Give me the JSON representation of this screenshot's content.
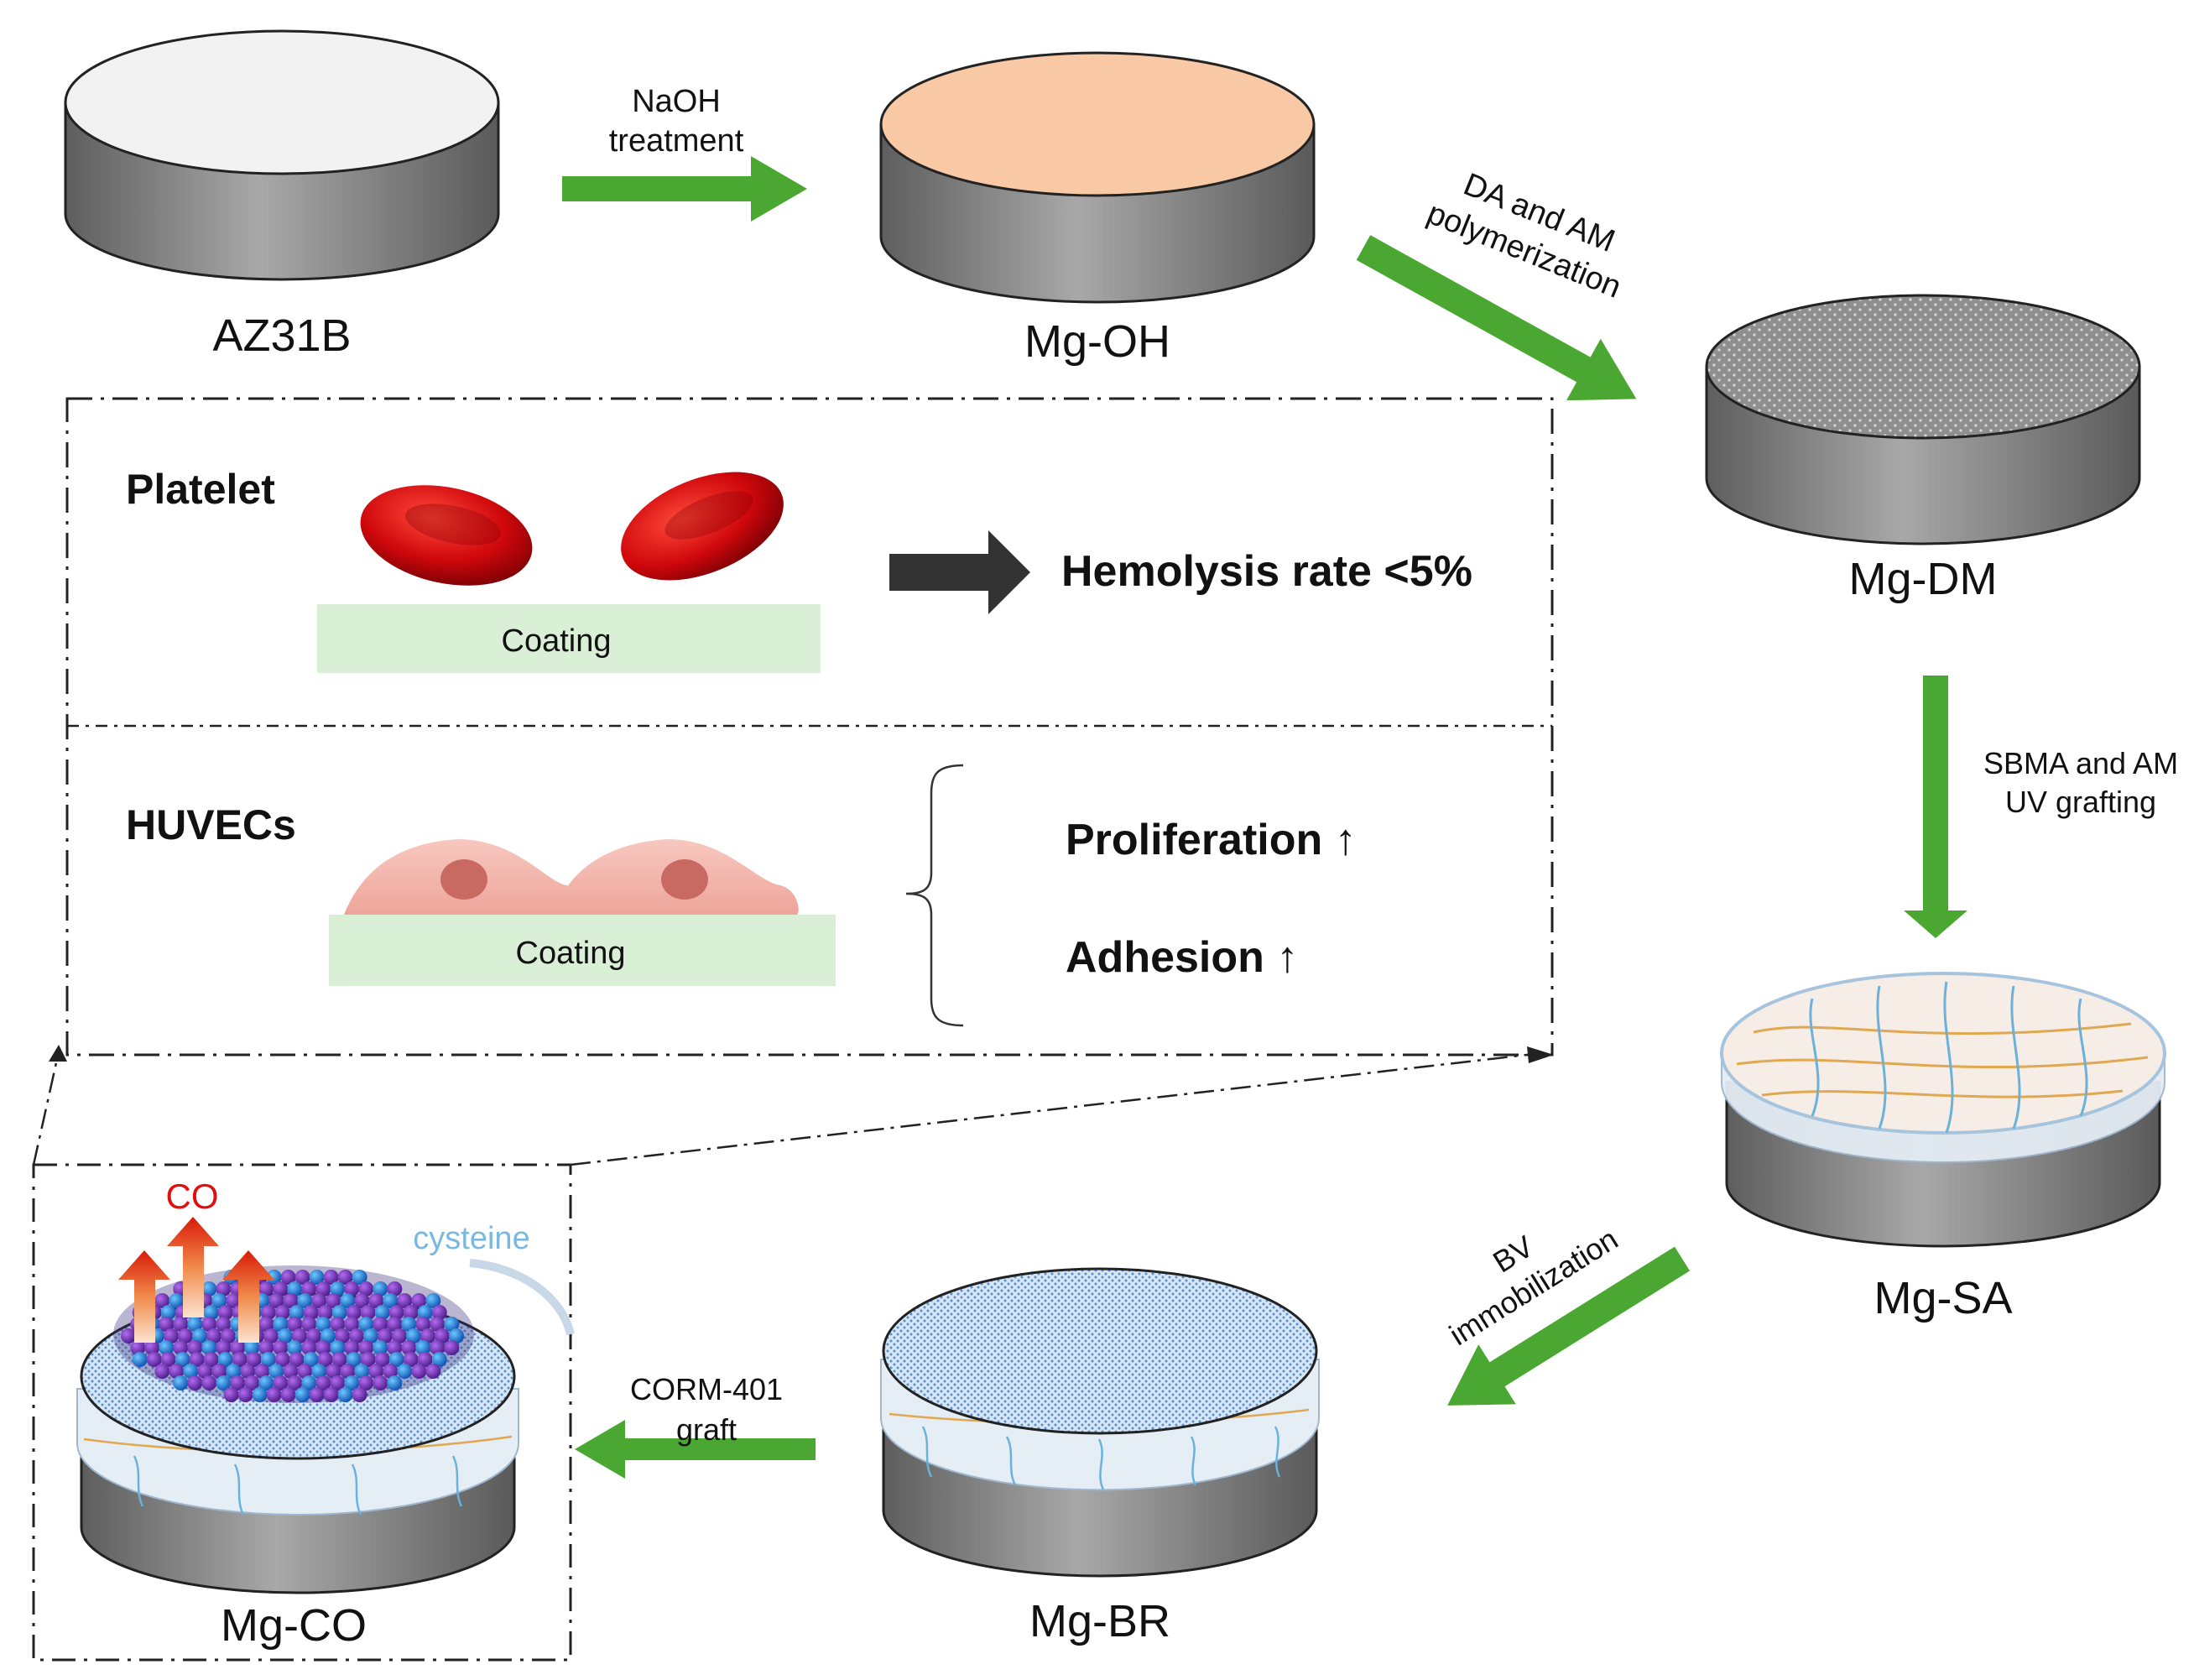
{
  "samples": {
    "az31b": "AZ31B",
    "mg_oh": "Mg-OH",
    "mg_dm": "Mg-DM",
    "mg_sa": "Mg-SA",
    "mg_br": "Mg-BR",
    "mg_co": "Mg-CO"
  },
  "steps": {
    "naoh_line1": "NaOH",
    "naoh_line2": "treatment",
    "da_line1": "DA and AM",
    "da_line2": "polymerization",
    "sbma_line1": "SBMA and AM",
    "sbma_line2": "UV grafting",
    "bv_line1": "BV",
    "bv_line2": "immobilization",
    "corm_line1": "CORM-401",
    "corm_line2": "graft"
  },
  "inset": {
    "co_label": "CO",
    "cysteine_label": "cysteine"
  },
  "panel": {
    "platelet_title": "Platelet",
    "coating_label_1": "Coating",
    "hemolysis": "Hemolysis rate <5%",
    "huvecs_title": "HUVECs",
    "coating_label_2": "Coating",
    "proliferation": "Proliferation ↑",
    "adhesion": "Adhesion ↑"
  },
  "colors": {
    "step_arrow": "#4aa832",
    "disk_side": "#8a8a8a",
    "mg_oh_top": "#f9c9a5",
    "coating_box": "#d9efd6",
    "red_cell": "#c8050a",
    "co_text": "#e01010",
    "cysteine_text": "#7ab8e0"
  }
}
